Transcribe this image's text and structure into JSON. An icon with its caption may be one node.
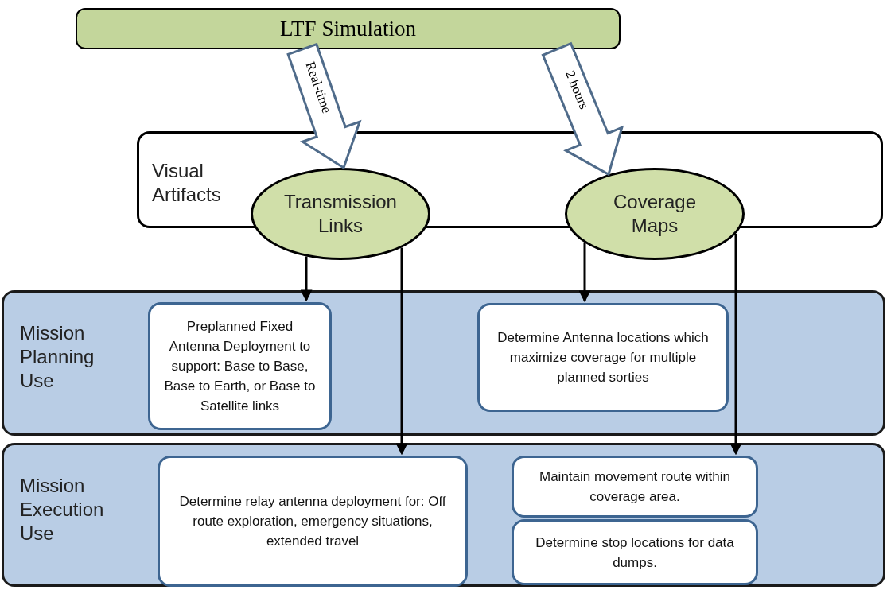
{
  "diagram": {
    "nodes": [
      {
        "text": [
          "LTF Simulation"
        ]
      },
      {
        "text": [
          "Visual Artifacts"
        ]
      },
      {
        "text": [
          "Transmission Links"
        ]
      },
      {
        "text": [
          "Coverage Maps"
        ]
      },
      {
        "text": [
          "Mission Planning Use"
        ]
      },
      {
        "text": [
          "Preplanned Fixed Antenna Deployment to support: Base to Base, Base to Earth, or Base to Satellite links"
        ],
        "in": 4
      },
      {
        "text": [
          "Determine Antenna locations which maximize coverage for multiple planned sorties"
        ],
        "in": 4
      },
      {
        "text": [
          "Mission Execution Use"
        ]
      },
      {
        "text": [
          "Determine relay antenna deployment for: Off route exploration, emergency situations, extended travel"
        ],
        "in": 7
      },
      {
        "text": [
          "Maintain movement route within coverage area."
        ],
        "in": 7
      },
      {
        "text": [
          "Determine stop locations for data dumps."
        ],
        "in": 7
      }
    ],
    "edges": [
      {
        "from": 0,
        "to": 2,
        "arrow": "to",
        "label": "Real-time",
        "style": "thick"
      },
      {
        "from": 0,
        "to": 3,
        "arrow": "to",
        "label": "2 hours",
        "style": "thick"
      },
      {
        "from": 2,
        "to": 5,
        "arrow": "to"
      },
      {
        "from": 2,
        "to": 8,
        "arrow": "to"
      },
      {
        "from": 3,
        "to": 6,
        "arrow": "to"
      },
      {
        "from": 3,
        "to": 9,
        "arrow": "to"
      }
    ]
  }
}
